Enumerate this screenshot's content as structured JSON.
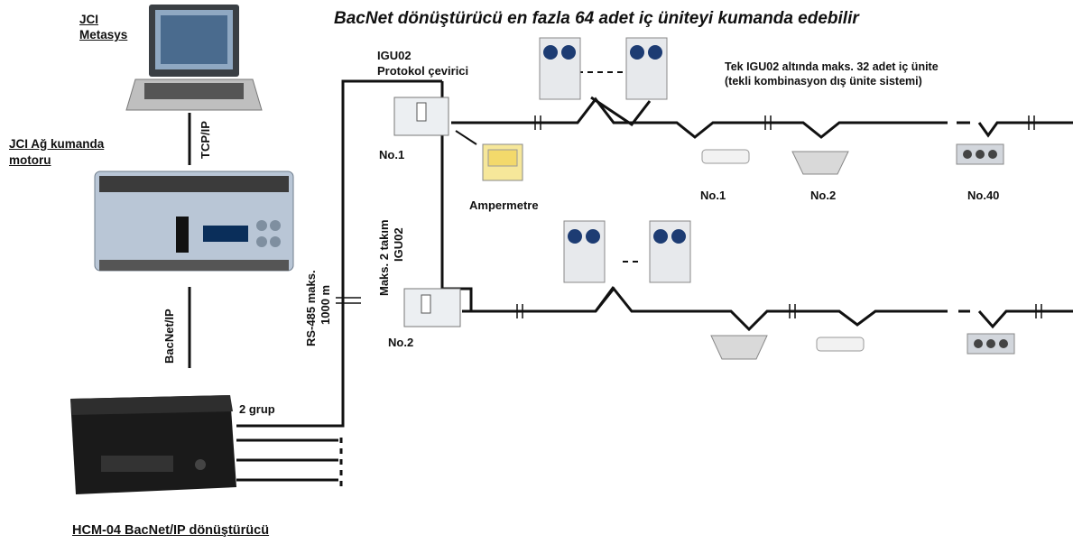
{
  "title": "BacNet dönüştürücü en fazla 64 adet iç üniteyi kumanda edebilir",
  "metasys": {
    "line1": "JCI",
    "line2": "Metasys"
  },
  "engine": {
    "line1": "JCI Ağ kumanda",
    "line2": "motoru"
  },
  "tcpip": "TCP/IP",
  "bacnetip": "BacNet/IP",
  "converter_label": "HCM-04 BacNet/IP dönüştürücü",
  "two_groups": "2 grup",
  "rs485": {
    "line1": "RS-485 maks.",
    "line2": "1000 m"
  },
  "max_igu": {
    "line1": "Maks. 2 takım",
    "line2": "IGU02"
  },
  "igu_top": {
    "line1": "IGU02",
    "line2": "Protokol çevirici"
  },
  "igu_no1": "No.1",
  "igu_no2": "No.2",
  "ammeter": "Ampermetre",
  "single_igu_note": {
    "line1": "Tek IGU02 altında maks. 32 adet iç ünite",
    "line2": "(tekli kombinasyon dış ünite sistemi)"
  },
  "indoor_labels": [
    "No.1",
    "No.2",
    "No.40"
  ],
  "colors": {
    "wire": "#111111",
    "device_panel": "#b9c6d6",
    "hcm_box": "#1a1a1a"
  }
}
